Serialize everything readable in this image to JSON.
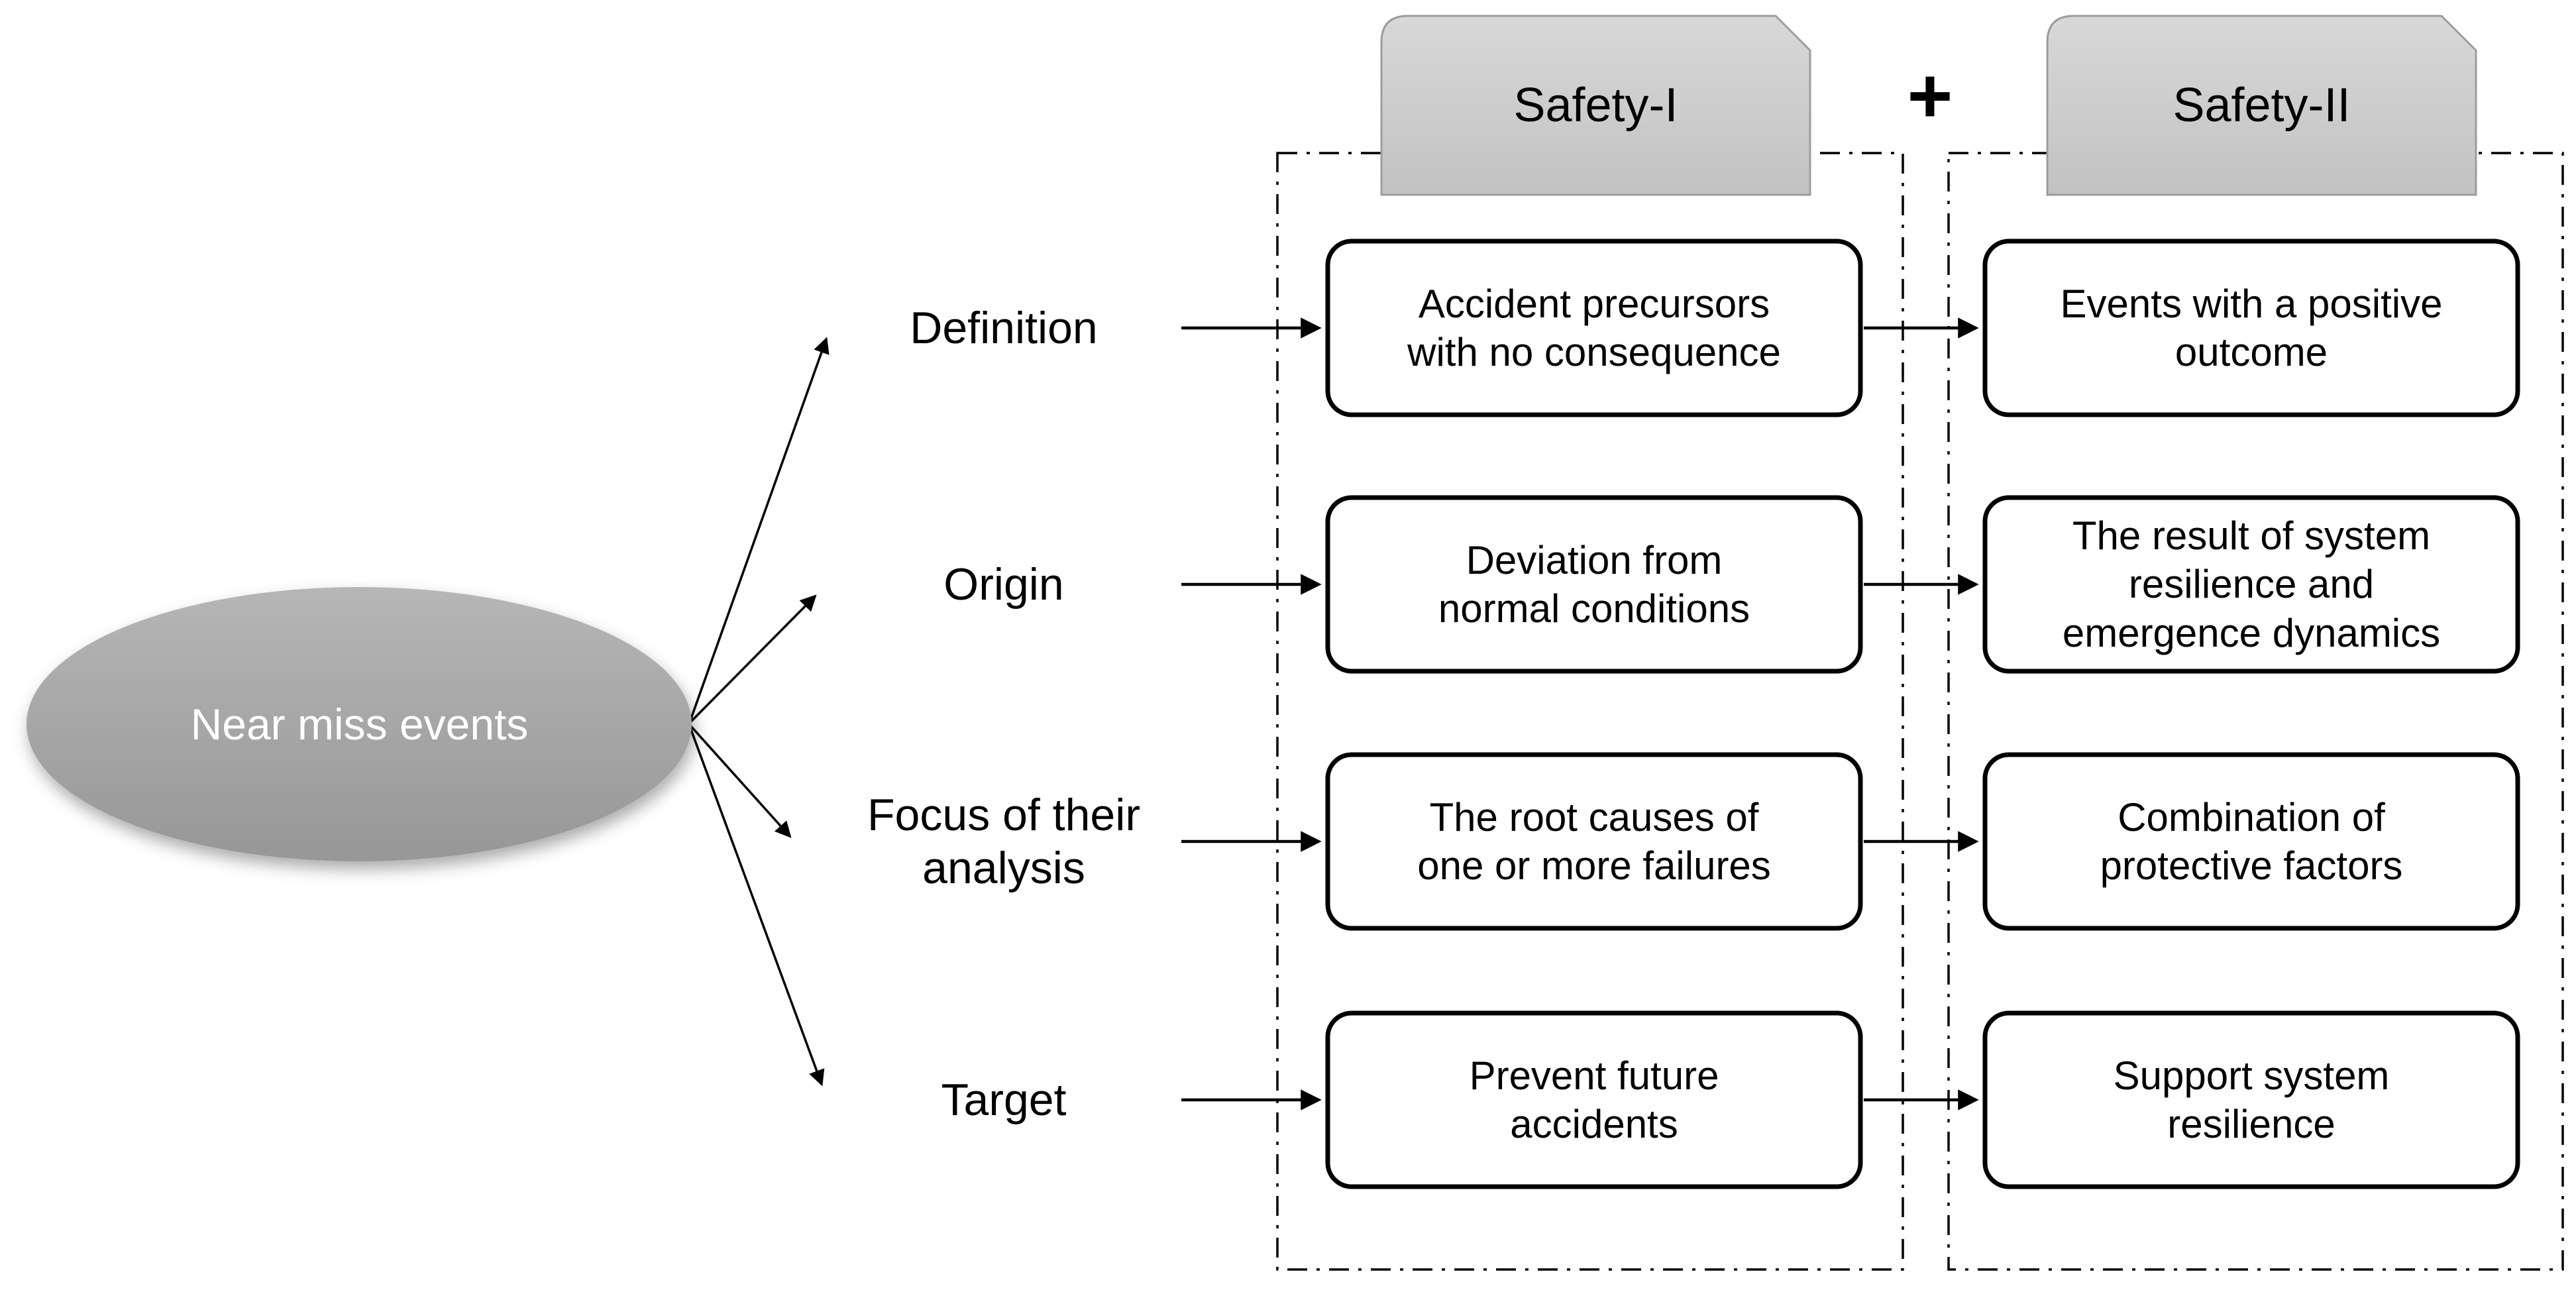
{
  "ellipse": {
    "label": "Near miss events"
  },
  "plus_sign": "+",
  "column_headers": {
    "safety1": "Safety-I",
    "safety2": "Safety-II"
  },
  "rows": [
    {
      "label": "Definition",
      "safety1": "Accident precursors\nwith no consequence",
      "safety2": "Events with a positive\noutcome"
    },
    {
      "label": "Origin",
      "safety1": "Deviation from\nnormal conditions",
      "safety2": "The result of system\nresilience and\nemergence dynamics"
    },
    {
      "label": "Focus of their\nanalysis",
      "safety1": "The root causes of\none or more failures",
      "safety2": "Combination of\nprotective factors"
    },
    {
      "label": "Target",
      "safety1": "Prevent future\naccidents",
      "safety2": "Support system\nresilience"
    }
  ],
  "colors": {
    "background": "#ffffff",
    "ellipse_fill_top": "#b6b6b6",
    "ellipse_fill_bottom": "#979797",
    "ellipse_text": "#ffffff",
    "header_fill_top": "#d8d8d8",
    "header_fill_bottom": "#c2c2c2",
    "header_border": "#9c9c9c",
    "box_fill": "#ffffff",
    "box_border": "#000000",
    "connector": "#000000",
    "text": "#000000"
  }
}
